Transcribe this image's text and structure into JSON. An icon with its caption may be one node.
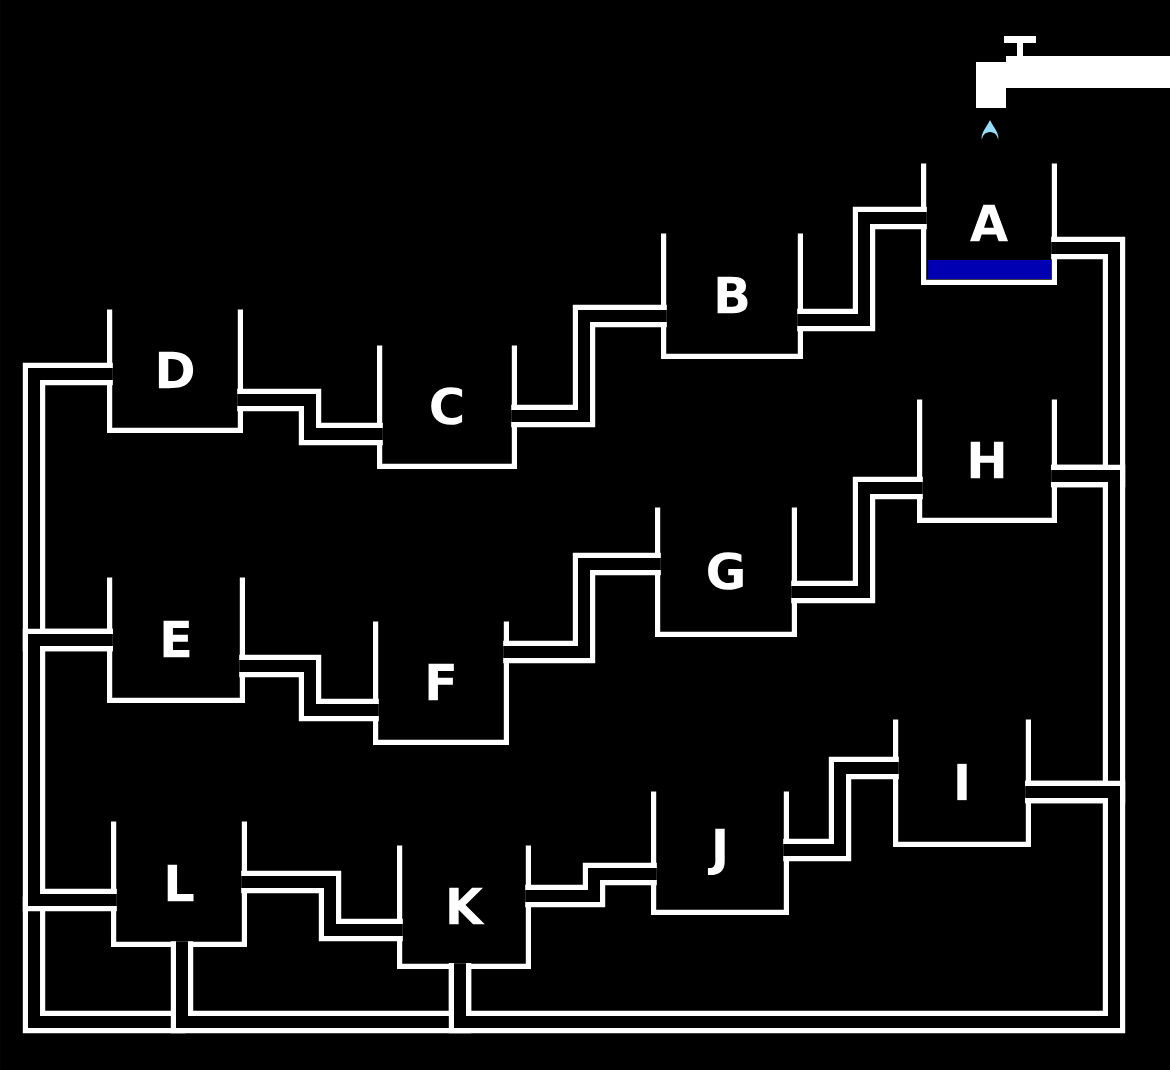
{
  "diagram": {
    "nodes": [
      {
        "text": [
          "A"
        ]
      },
      {
        "text": [
          "B"
        ]
      },
      {
        "text": [
          "C"
        ]
      },
      {
        "text": [
          "D"
        ]
      },
      {
        "text": [
          "E"
        ]
      },
      {
        "text": [
          "F"
        ]
      },
      {
        "text": [
          "G"
        ]
      },
      {
        "text": [
          "H"
        ]
      },
      {
        "text": [
          "I"
        ]
      },
      {
        "text": [
          "J"
        ]
      },
      {
        "text": [
          "K"
        ]
      },
      {
        "text": [
          "L"
        ]
      }
    ],
    "edges": [
      {
        "from": 0,
        "to": 1,
        "arrow": "none"
      },
      {
        "from": 1,
        "to": 2,
        "arrow": "none"
      },
      {
        "from": 2,
        "to": 3,
        "arrow": "none"
      },
      {
        "from": 0,
        "to": 7,
        "arrow": "none"
      },
      {
        "from": 7,
        "to": 6,
        "arrow": "none"
      },
      {
        "from": 6,
        "to": 5,
        "arrow": "none"
      },
      {
        "from": 5,
        "to": 4,
        "arrow": "none"
      },
      {
        "from": 3,
        "to": 4,
        "arrow": "none"
      },
      {
        "from": 4,
        "to": 11,
        "arrow": "none"
      },
      {
        "from": 7,
        "to": 8,
        "arrow": "none"
      },
      {
        "from": 8,
        "to": 9,
        "arrow": "none"
      },
      {
        "from": 9,
        "to": 10,
        "arrow": "none"
      },
      {
        "from": 10,
        "to": 11,
        "arrow": "none"
      },
      {
        "from": 11,
        "to": 10,
        "arrow": "none"
      },
      {
        "from": 10,
        "to": 8,
        "arrow": "none"
      }
    ]
  }
}
